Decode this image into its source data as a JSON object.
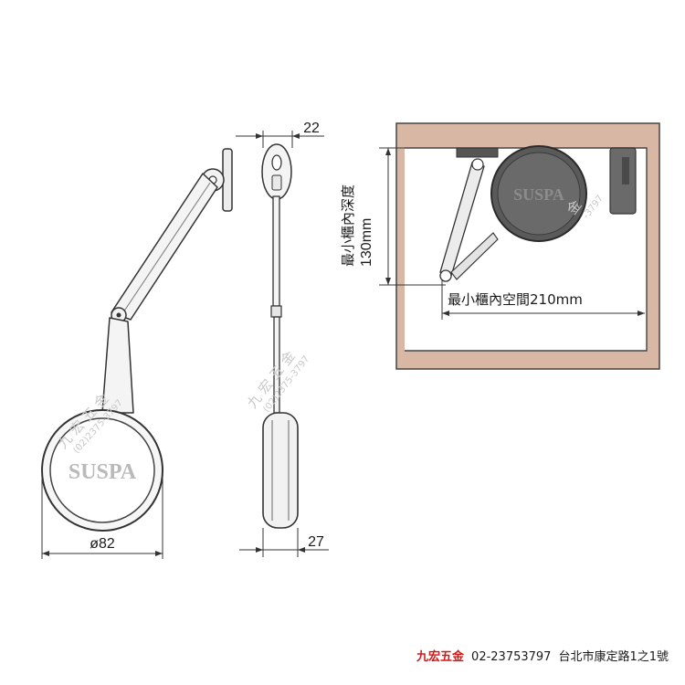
{
  "front_view": {
    "brand_logo": "SUSPA",
    "diameter_label": "ø82",
    "watermark_name": "九 宏 五 金",
    "watermark_phone": "(02)2375-3797"
  },
  "side_view": {
    "width_top_label": "22",
    "width_bottom_label": "27",
    "watermark_name": "九 宏 五 金",
    "watermark_phone": "(02)2375-3797"
  },
  "cabinet_view": {
    "brand_logo": "SUSPA",
    "min_depth_label_line1": "最小櫃內深度",
    "min_depth_label_line2": "130mm",
    "min_space_label": "最小櫃內空間210mm",
    "watermark_name": "金",
    "watermark_phone": "-3797",
    "panel_color": "#d8b8a5",
    "interior_color": "#ffffff"
  },
  "footer": {
    "shop_name": "九宏五金",
    "phone": "02-23753797",
    "address": "台北市康定路1之1號",
    "shop_color": "#d21818"
  }
}
